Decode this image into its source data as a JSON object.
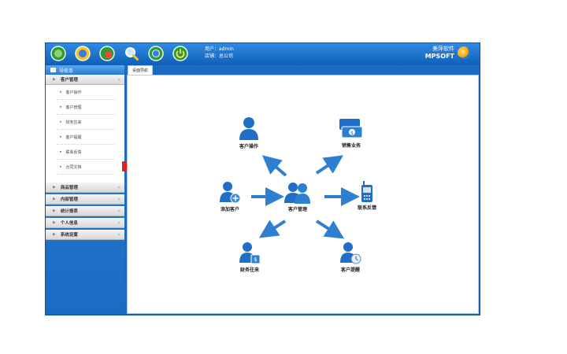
{
  "header": {
    "user_label": "用户：admin",
    "shop_label": "店铺：总公司",
    "brand_cn": "美萍软件",
    "brand_en": "MPSOFT"
  },
  "toolbar": {
    "icons": [
      "globe-icon",
      "home-icon",
      "settings-icon",
      "search-icon",
      "help-icon",
      "power-icon"
    ]
  },
  "sidebar": {
    "title": "导航条",
    "groups": [
      {
        "label": "客户管理",
        "expanded": true
      },
      {
        "label": "商品管理"
      },
      {
        "label": "内部管理"
      },
      {
        "label": "统计报表"
      },
      {
        "label": "个人信息"
      },
      {
        "label": "系统设置"
      }
    ],
    "items": [
      "客户操作",
      "客户管理",
      "财务往来",
      "客户提醒",
      "联系反馈",
      "合同文档"
    ]
  },
  "tabs": [
    "桌面导航"
  ],
  "diagram": {
    "center": "客户管理",
    "nodes": {
      "customer_ops": "客户操作",
      "sales": "销售业务",
      "add_customer": "添加客户",
      "feedback": "联系反馈",
      "finance": "财务往来",
      "reminder": "客户提醒"
    }
  },
  "colors": {
    "accent": "#1a6bc2",
    "arrow": "#2f7fd0",
    "icon": "#1f6fc8"
  }
}
